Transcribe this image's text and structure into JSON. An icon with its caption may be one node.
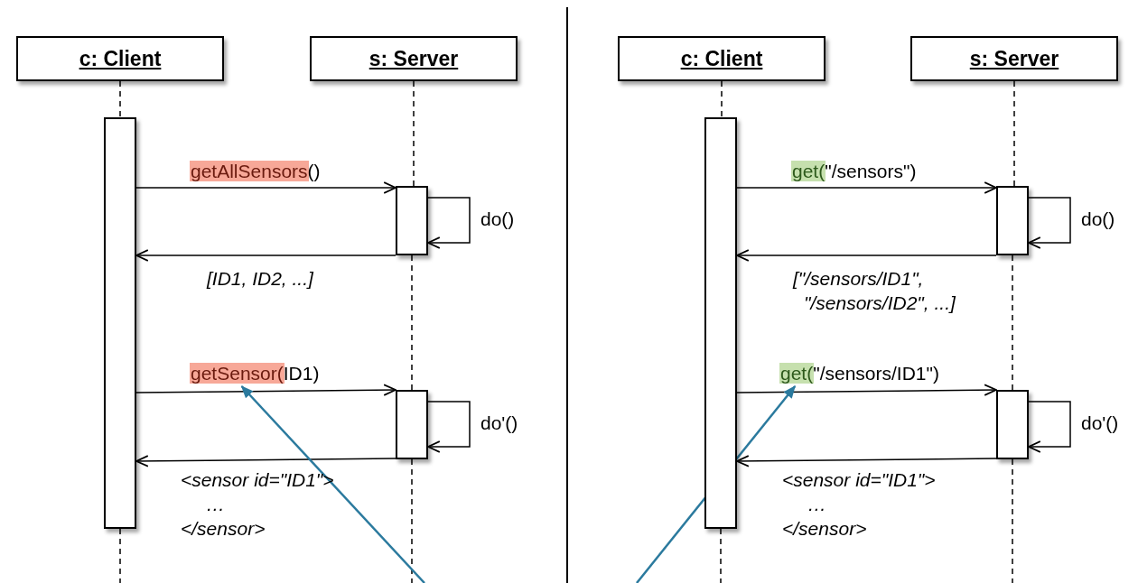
{
  "diagram": {
    "nodes": [
      {
        "text": [
          "c: Client"
        ]
      },
      {
        "text": [
          "s: Server"
        ]
      },
      {
        "text": [
          "c: Client"
        ]
      },
      {
        "text": [
          "s: Server"
        ]
      },
      {
        "text": [],
        "shape": "bar"
      },
      {
        "text": [],
        "shape": "bar"
      },
      {
        "text": [],
        "shape": "bar"
      },
      {
        "text": [],
        "shape": "bar"
      },
      {
        "text": [],
        "shape": "bar"
      },
      {
        "text": [],
        "shape": "bar"
      },
      {
        "text": [],
        "shape": "box"
      },
      {
        "text": [],
        "shape": "box"
      },
      {
        "text": [],
        "shape": "box"
      },
      {
        "text": [],
        "shape": "box"
      }
    ],
    "edges": [
      {
        "from": 0,
        "to": 4,
        "arrow": "none",
        "style": "dashed"
      },
      {
        "from": 4,
        "to": null,
        "arrow": "none",
        "style": "dashed"
      },
      {
        "from": 1,
        "to": 5,
        "arrow": "none",
        "style": "dashed"
      },
      {
        "from": 5,
        "to": 6,
        "arrow": "none",
        "style": "dashed"
      },
      {
        "from": 6,
        "to": null,
        "arrow": "none",
        "style": "dashed"
      },
      {
        "from": 4,
        "to": 5,
        "arrow": "to",
        "label": "getAllSensors()"
      },
      {
        "from": 5,
        "to": 5,
        "arrow": "to",
        "label": "do()"
      },
      {
        "from": 5,
        "to": 4,
        "arrow": "to",
        "label": "[ID1, ID2, ...]"
      },
      {
        "from": 4,
        "to": 6,
        "arrow": "to",
        "label": "getSensor(ID1)"
      },
      {
        "from": 6,
        "to": 6,
        "arrow": "to",
        "label": "do'()"
      },
      {
        "from": 6,
        "to": 4,
        "arrow": "to",
        "label": "<sensor id=\"ID1\"> … </sensor>"
      },
      {
        "from": 2,
        "to": 7,
        "arrow": "none",
        "style": "dashed"
      },
      {
        "from": 7,
        "to": null,
        "arrow": "none",
        "style": "dashed"
      },
      {
        "from": 3,
        "to": 8,
        "arrow": "none",
        "style": "dashed"
      },
      {
        "from": 8,
        "to": 9,
        "arrow": "none",
        "style": "dashed"
      },
      {
        "from": 9,
        "to": null,
        "arrow": "none",
        "style": "dashed"
      },
      {
        "from": 7,
        "to": 8,
        "arrow": "to",
        "label": "get(\"/sensors\")"
      },
      {
        "from": 8,
        "to": 8,
        "arrow": "to",
        "label": "do()"
      },
      {
        "from": 8,
        "to": 7,
        "arrow": "to",
        "label": "[\"/sensors/ID1\", \"/sensors/ID2\", ...]"
      },
      {
        "from": 7,
        "to": 9,
        "arrow": "to",
        "label": "get(\"/sensors/ID1\")"
      },
      {
        "from": 9,
        "to": 9,
        "arrow": "to",
        "label": "do'()"
      },
      {
        "from": 9,
        "to": 7,
        "arrow": "to",
        "label": "<sensor id=\"ID1\"> … </sensor>"
      },
      {
        "from": null,
        "to": 11,
        "arrow": "to",
        "color": "#2b7a9e"
      },
      {
        "from": null,
        "to": 13,
        "arrow": "to",
        "color": "#2b7a9e"
      }
    ]
  }
}
